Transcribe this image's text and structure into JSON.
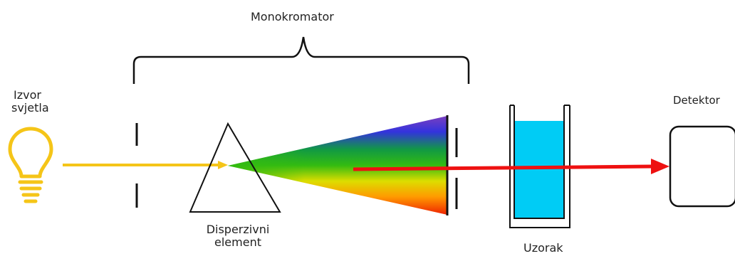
{
  "labels": {
    "monochromator": "Monokromator",
    "light_source_line1": "Izvor",
    "light_source_line2": "svjetla",
    "dispersive_line1": "Disperzivni",
    "dispersive_line2": "element",
    "sample": "Uzorak",
    "detector": "Detektor"
  },
  "colors": {
    "light_beam": "#f5c518",
    "bulb": "#f5c518",
    "output_beam": "#ee1111",
    "sample_liquid": "#00ccf5",
    "outline": "#111111"
  },
  "icons": {
    "source": "lightbulb-icon"
  }
}
